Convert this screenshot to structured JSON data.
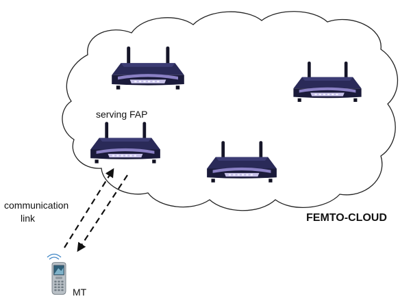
{
  "diagram": {
    "cloud_label": "FEMTO-CLOUD",
    "serving_label": "serving FAP",
    "link_label_line1": "communication",
    "link_label_line2": "link",
    "terminal_label": "MT",
    "colors": {
      "router_body": "#23234e",
      "router_accent": "#8a80c4",
      "cloud_stroke": "#222222",
      "link": "#111111",
      "phone_body": "#b9c0c6"
    },
    "icons": [
      "router-icon",
      "phone-icon",
      "cloud-outline"
    ]
  }
}
